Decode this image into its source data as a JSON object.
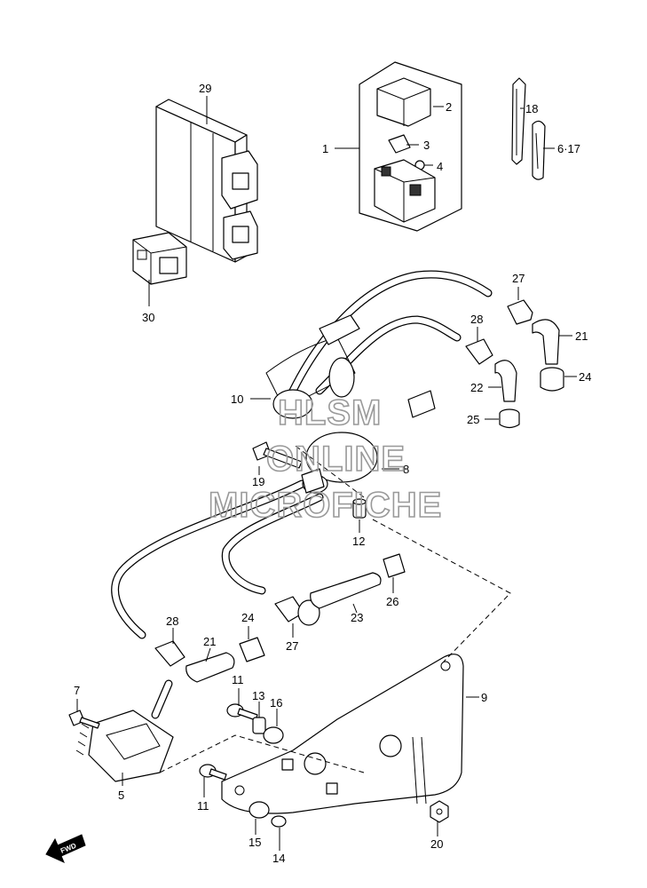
{
  "callouts": {
    "c1": "1",
    "c2": "2",
    "c3": "3",
    "c4": "4",
    "c5": "5",
    "c6_17": "6·17",
    "c7": "7",
    "c8": "8",
    "c9": "9",
    "c10": "10",
    "c11a": "11",
    "c11b": "11",
    "c12": "12",
    "c13": "13",
    "c14": "14",
    "c15": "15",
    "c16": "16",
    "c18": "18",
    "c19": "19",
    "c20": "20",
    "c21a": "21",
    "c21b": "21",
    "c22": "22",
    "c23": "23",
    "c24a": "24",
    "c24b": "24",
    "c25": "25",
    "c26": "26",
    "c27a": "27",
    "c27b": "27",
    "c28a": "28",
    "c28b": "28",
    "c29": "29",
    "c30": "30"
  },
  "watermark": {
    "line1": "HLSM",
    "line2": "ONLINE",
    "line3": "MICROFICHE"
  },
  "fwd_label": "FWD"
}
